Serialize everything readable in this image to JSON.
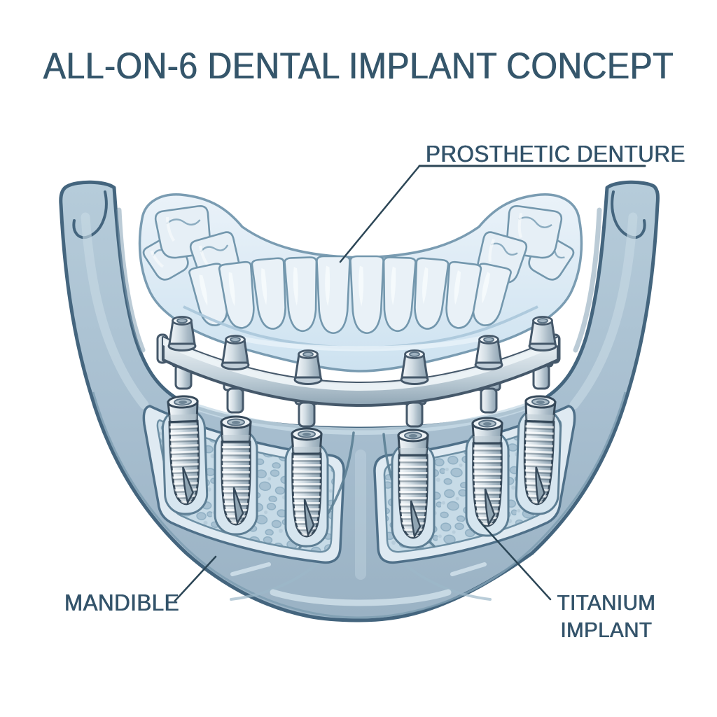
{
  "title": "ALL-ON-6 DENTAL IMPLANT CONCEPT",
  "labels": {
    "prosthetic_denture": "PROSTHETIC DENTURE",
    "mandible": "MANDIBLE",
    "titanium_implant": {
      "line1": "TITANIUM",
      "line2": "IMPLANT"
    }
  },
  "illustration": {
    "implant_count": 6,
    "abutment_count": 6,
    "components": [
      "prosthetic denture (full-arch teeth on gum base)",
      "curved connecting bar with 6 conical abutments",
      "6 threaded titanium implants in cancellous bone windows",
      "mandible (lower jaw bone) with both rami"
    ]
  },
  "palette": {
    "background": "#ffffff",
    "text": "#35566b",
    "leader_line": "#2c4656",
    "bone_fill": "#a8bfd0",
    "bone_outline": "#44657e",
    "cancellous_fill": "#c7dbe7",
    "trabecule": "#a7c1d2",
    "metal_light": "#f6f9fb",
    "metal_dark": "#8ea3b2",
    "denture_fill": "#dcebf5",
    "denture_outline": "#7397ad"
  }
}
